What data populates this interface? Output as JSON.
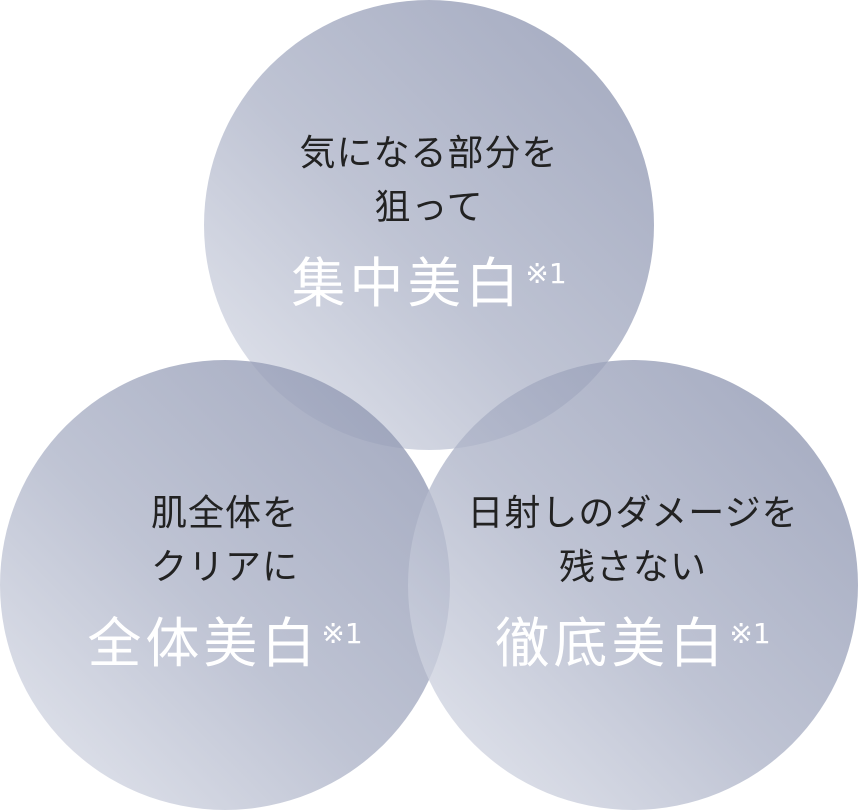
{
  "circles": {
    "top": {
      "line1": "気になる部分を",
      "line2": "狙って",
      "title": "集中美白",
      "note": "※1"
    },
    "left": {
      "line1": "肌全体を",
      "line2": "クリアに",
      "title": "全体美白",
      "note": "※1"
    },
    "right": {
      "line1": "日射しのダメージを",
      "line2": "残さない",
      "title": "徹底美白",
      "note": "※1"
    }
  },
  "colors": {
    "circle_light": "#e0e3ec",
    "circle_dark": "#8a92ae",
    "subtitle": "#222222",
    "title": "#ffffff"
  }
}
